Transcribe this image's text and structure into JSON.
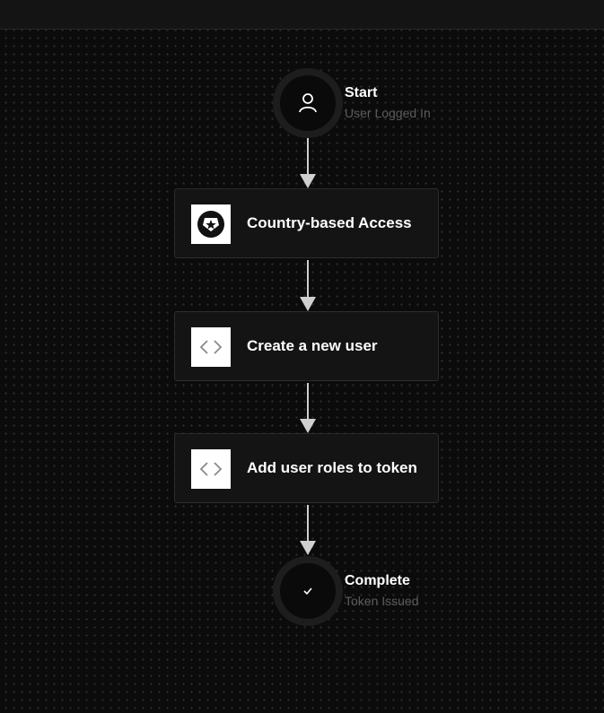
{
  "flow": {
    "start": {
      "title": "Start",
      "subtitle": "User Logged In",
      "icon": "user-icon"
    },
    "actions": [
      {
        "label": "Country-based Access",
        "icon": "auth0-logo-icon"
      },
      {
        "label": "Create a new user",
        "icon": "code-icon"
      },
      {
        "label": "Add user roles to token",
        "icon": "code-icon"
      }
    ],
    "complete": {
      "title": "Complete",
      "subtitle": "Token Issued",
      "icon": "check-icon"
    }
  },
  "colors": {
    "background": "#0b0b0b",
    "card": "#141414",
    "connector": "#cfcfcf",
    "subtitle": "#5c5c5c"
  }
}
